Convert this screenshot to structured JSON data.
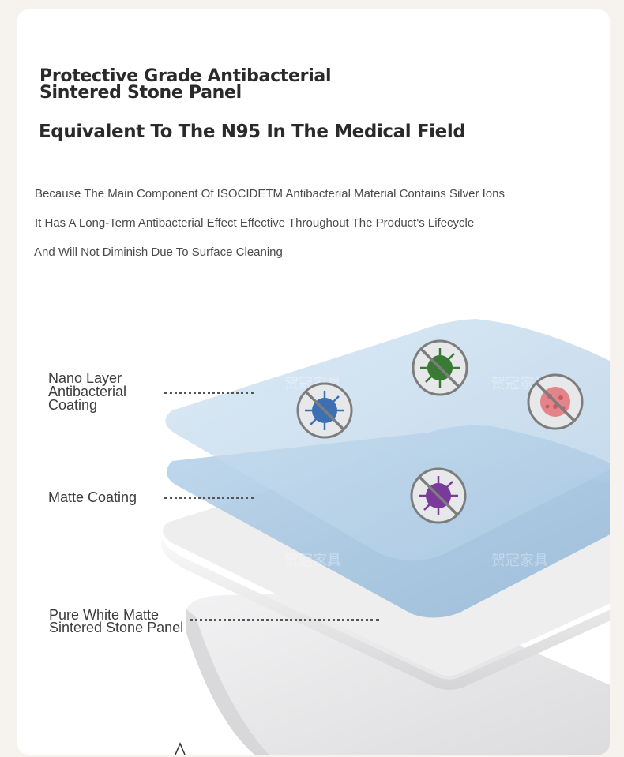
{
  "title": {
    "line1": "Protective Grade Antibacterial",
    "line2": "Sintered Stone Panel"
  },
  "subtitle": "Equivalent To The N95 In The Medical Field",
  "paragraph": [
    "Because The Main Component Of ISOCIDETM Antibacterial Material Contains Silver Ions",
    "It Has A Long-Term Antibacterial Effect Effective Throughout The Product's Lifecycle",
    "And Will Not Diminish Due To Surface Cleaning"
  ],
  "layers": {
    "nano": [
      "Nano Layer",
      "Antibacterial",
      "Coating"
    ],
    "matte": "Matte Coating",
    "panel": [
      "Pure White Matte",
      "Sintered Stone Panel"
    ]
  },
  "watermark": "贺冠家具",
  "icons": [
    "blue-virus-blocked-icon",
    "green-virus-blocked-icon",
    "red-virus-blocked-icon",
    "purple-virus-blocked-icon"
  ],
  "colors": {
    "background": "#f6f3ef",
    "card": "#ffffff",
    "title": "#2a2a2a",
    "body_text": "#4a4a4a",
    "nano_layer": "#bcd6ea",
    "matte_layer": "#9fc2df",
    "panel": "#e9e9ea"
  }
}
